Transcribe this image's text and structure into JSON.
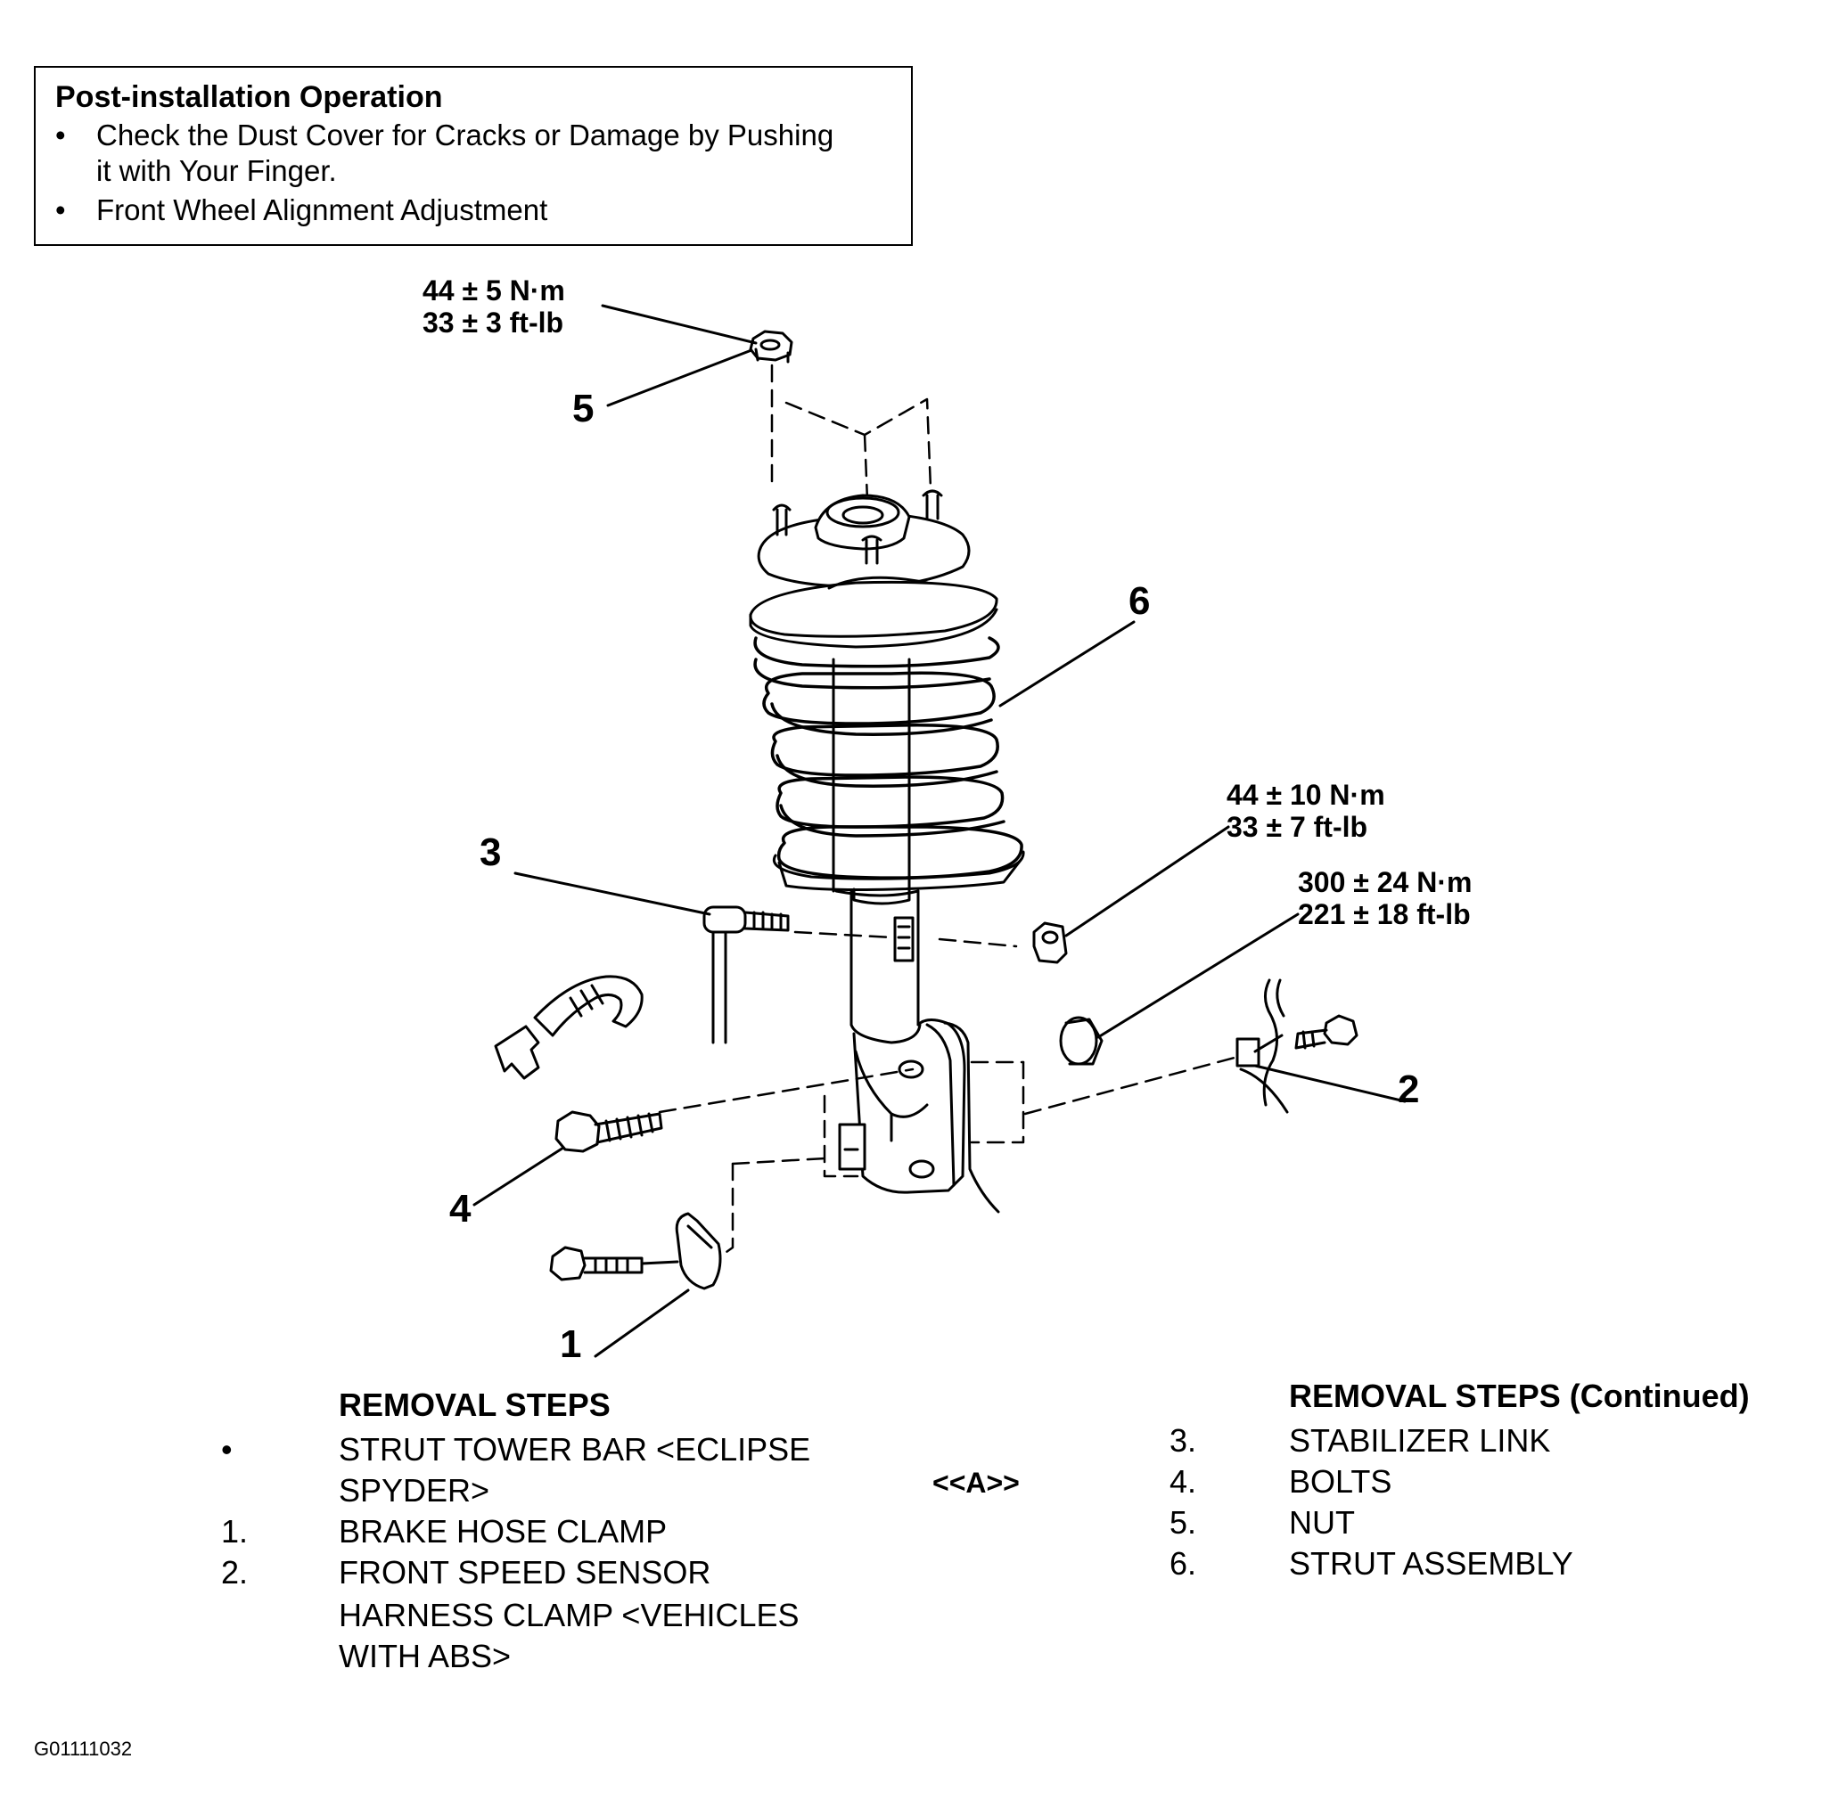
{
  "post_installation": {
    "title": "Post-installation Operation",
    "bullets": [
      {
        "symbol": "•",
        "lines": [
          "Check the Dust Cover for Cracks or Damage by Pushing",
          "it with Your Finger."
        ]
      },
      {
        "symbol": "•",
        "lines": [
          "Front Wheel Alignment Adjustment"
        ]
      }
    ]
  },
  "torque_specs": {
    "nut_top": {
      "nm": "44 ± 5 N·m",
      "ftlb": "33 ± 3 ft-lb"
    },
    "stabilizer_nut": {
      "nm": "44 ± 10 N·m",
      "ftlb": "33 ± 7 ft-lb"
    },
    "strut_lower_nut": {
      "nm": "300 ± 24 N·m",
      "ftlb": "221 ± 18 ft-lb"
    }
  },
  "callouts": {
    "c1": "1",
    "c2": "2",
    "c3": "3",
    "c4": "4",
    "c5": "5",
    "c6": "6"
  },
  "removal_steps": {
    "title": "REMOVAL STEPS",
    "marker": "<<A>>",
    "items": [
      {
        "num": "•",
        "lines": [
          "STRUT TOWER BAR <ECLIPSE",
          "SPYDER>"
        ]
      },
      {
        "num": "1.",
        "lines": [
          "BRAKE HOSE CLAMP"
        ]
      },
      {
        "num": "2.",
        "lines": [
          "FRONT SPEED SENSOR",
          "HARNESS CLAMP <VEHICLES",
          "WITH ABS>"
        ]
      }
    ]
  },
  "removal_steps_continued": {
    "title": "REMOVAL STEPS (Continued)",
    "items": [
      {
        "num": "3.",
        "text": "STABILIZER LINK"
      },
      {
        "num": "4.",
        "text": "BOLTS"
      },
      {
        "num": "5.",
        "text": "NUT"
      },
      {
        "num": "6.",
        "text": "STRUT ASSEMBLY"
      }
    ]
  },
  "figure_id": "G01111032"
}
